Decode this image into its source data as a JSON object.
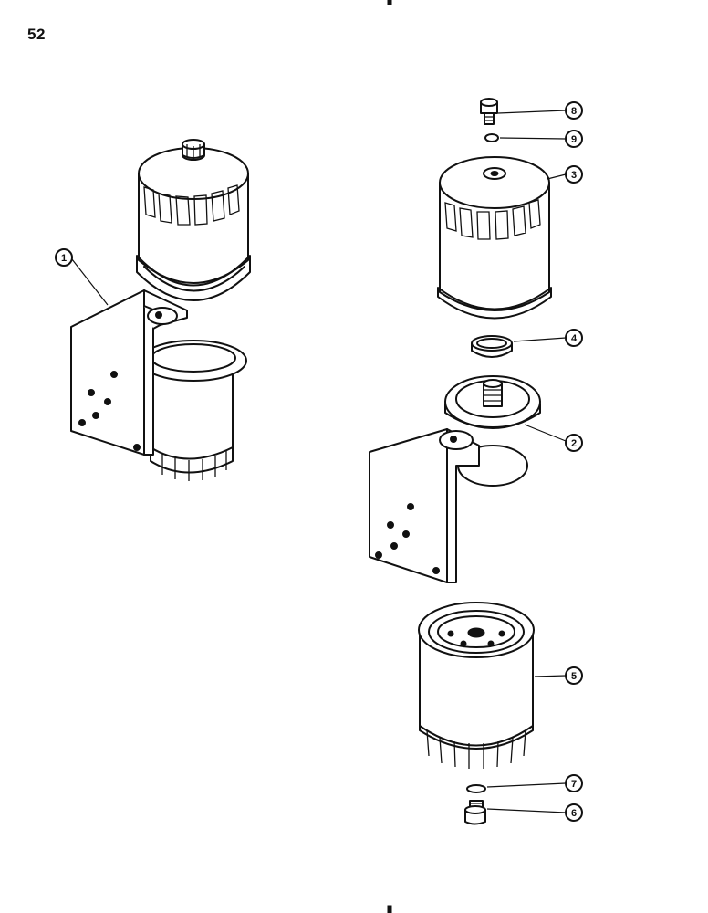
{
  "page": {
    "number": "52"
  },
  "callouts": [
    {
      "id": "callout-1",
      "label": "1"
    },
    {
      "id": "callout-2",
      "label": "2"
    },
    {
      "id": "callout-3",
      "label": "3"
    },
    {
      "id": "callout-4",
      "label": "4"
    },
    {
      "id": "callout-5",
      "label": "5"
    },
    {
      "id": "callout-6",
      "label": "6"
    },
    {
      "id": "callout-7",
      "label": "7"
    },
    {
      "id": "callout-8",
      "label": "8"
    },
    {
      "id": "callout-9",
      "label": "9"
    }
  ]
}
